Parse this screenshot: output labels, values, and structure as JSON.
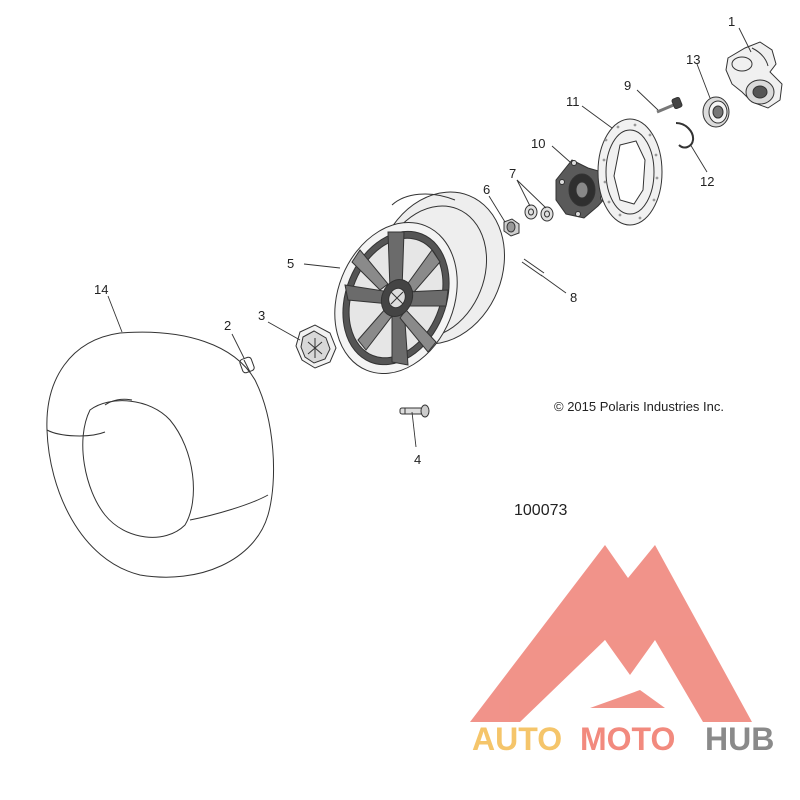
{
  "diagram": {
    "copyright": "© 2015 Polaris Industries Inc.",
    "figure_number": "100073",
    "callouts": [
      {
        "label": "1"
      },
      {
        "label": "2"
      },
      {
        "label": "3"
      },
      {
        "label": "4"
      },
      {
        "label": "5"
      },
      {
        "label": "6"
      },
      {
        "label": "7"
      },
      {
        "label": "8"
      },
      {
        "label": "9"
      },
      {
        "label": "10"
      },
      {
        "label": "11"
      },
      {
        "label": "12"
      },
      {
        "label": "13"
      },
      {
        "label": "14"
      }
    ]
  },
  "watermark": {
    "text_part1": "AUTO",
    "text_part2": "MOTO",
    "text_part3": "HUB",
    "colors": {
      "logo": "#f08a80",
      "auto": "#f5c56a",
      "moto": "#f28a7e",
      "hub": "#8a8a8a"
    }
  }
}
